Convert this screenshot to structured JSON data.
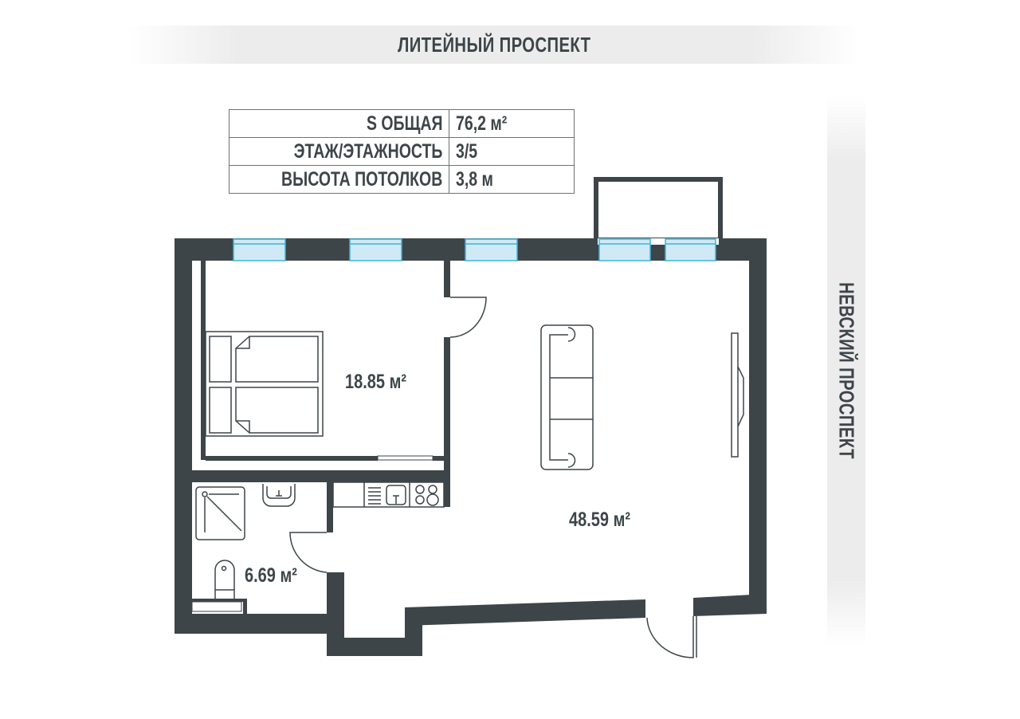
{
  "streets": {
    "top": "ЛИТЕЙНЫЙ ПРОСПЕКТ",
    "right": "НЕВСКИЙ ПРОСПЕКТ"
  },
  "info_table": [
    {
      "label": "S ОБЩАЯ",
      "value": "76,2 м²"
    },
    {
      "label": "ЭТАЖ/ЭТАЖНОСТЬ",
      "value": "3/5"
    },
    {
      "label": "ВЫСОТА ПОТОЛКОВ",
      "value": "3,8 м"
    }
  ],
  "rooms": {
    "bedroom": "18.85 м²",
    "living": "48.59 м²",
    "bathroom": "6.69 м²"
  },
  "colors": {
    "wall": "#3d4548",
    "window_fill": "#cfe9f5",
    "window_stroke": "#3bb5d8"
  }
}
